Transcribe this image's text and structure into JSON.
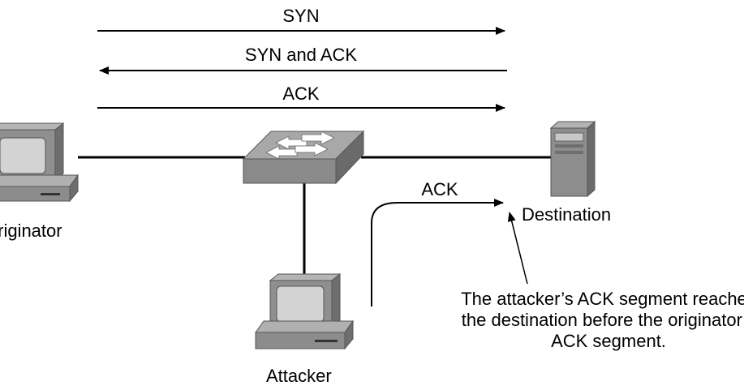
{
  "messages": {
    "syn": "SYN",
    "syn_ack": "SYN and ACK",
    "ack": "ACK",
    "attacker_ack": "ACK"
  },
  "nodes": {
    "originator": "Originator",
    "destination": "Destination",
    "attacker": "Attacker"
  },
  "annotation": {
    "line1": "The attacker’s ACK segment reaches",
    "line2": "the destination before the originator’s",
    "line3": "ACK segment."
  }
}
